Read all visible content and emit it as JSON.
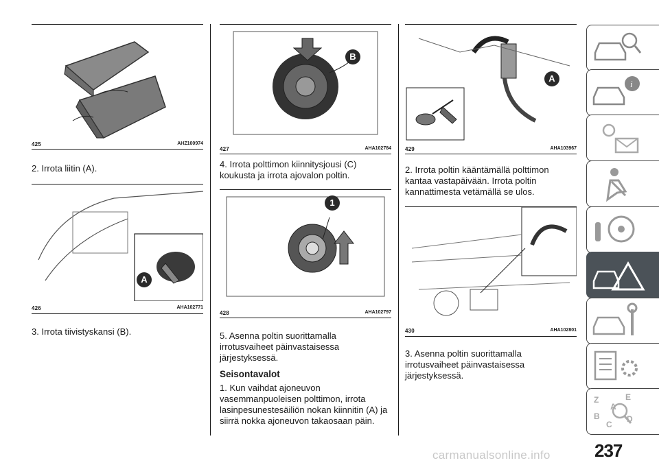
{
  "col1": {
    "fig425": {
      "num": "425",
      "code": "AHZ100974"
    },
    "text_a": "2. Irrota liitin (A).",
    "fig426": {
      "num": "426",
      "code": "AHA102771",
      "callout": "A"
    },
    "text_b": "3. Irrota tiivistyskansi (B)."
  },
  "col2": {
    "fig427": {
      "num": "427",
      "code": "AHA102784",
      "callout": "B"
    },
    "text_a": "4. Irrota polttimon kiinnitysjousi (C) koukusta ja irrota ajovalon poltin.",
    "fig428": {
      "num": "428",
      "code": "AHA102797",
      "callout": "1"
    },
    "text_b": "5. Asenna poltin suorittamalla irrotusvaiheet päinvastaisessa järjestyksessä.",
    "heading": "Seisontavalot",
    "text_c": "1. Kun vaihdat ajoneuvon vasemmanpuoleisen polttimon, irrota lasinpesunestesäiliön nokan kiinnitin (A) ja siirrä nokka ajoneuvon takaosaan päin."
  },
  "col3": {
    "fig429": {
      "num": "429",
      "code": "AHA103967",
      "callout": "A"
    },
    "text_a": "2. Irrota poltin kääntämällä polttimon kantaa vastapäivään. Irrota poltin kannattimesta vetämällä se ulos.",
    "fig430": {
      "num": "430",
      "code": "AHA102801"
    },
    "text_b": "3. Asenna poltin suorittamalla irrotusvaiheet päinvastaisessa järjestyksessä."
  },
  "sidebar": {
    "tabs": [
      {
        "icon": "car-magnifier-icon"
      },
      {
        "icon": "car-info-icon"
      },
      {
        "icon": "warning-lights-mail-icon"
      },
      {
        "icon": "seat-airbag-icon"
      },
      {
        "icon": "steering-key-icon"
      },
      {
        "icon": "car-warning-triangle-icon",
        "active": true
      },
      {
        "icon": "car-wrench-icon"
      },
      {
        "icon": "data-gear-icon"
      },
      {
        "icon": "alphabet-index-icon"
      }
    ]
  },
  "page_number": "237",
  "watermark": "carmanualsonline.info"
}
